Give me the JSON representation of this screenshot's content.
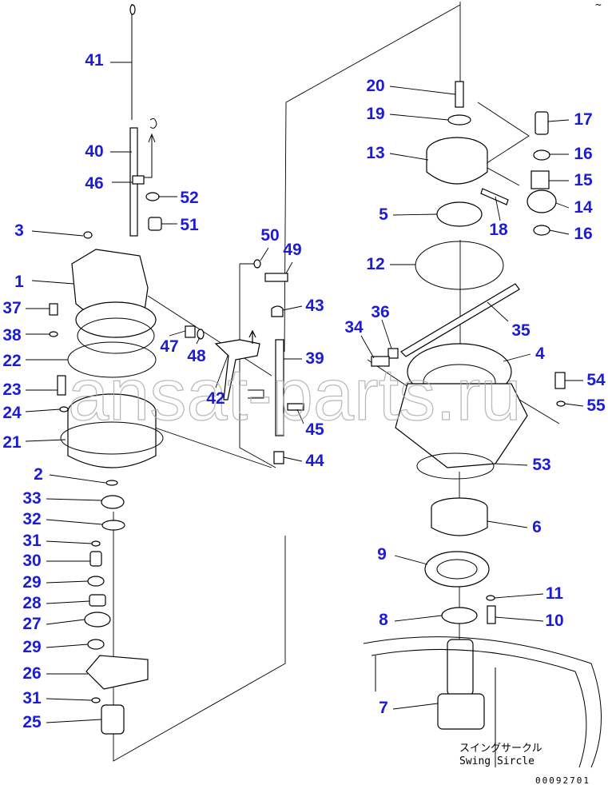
{
  "labels": [
    "41",
    "40",
    "46",
    "52",
    "51",
    "3",
    "1",
    "37",
    "38",
    "22",
    "23",
    "24",
    "21",
    "2",
    "33",
    "32",
    "31",
    "30",
    "29",
    "28",
    "27",
    "29",
    "26",
    "31",
    "25",
    "47",
    "48",
    "42",
    "50",
    "49",
    "43",
    "39",
    "45",
    "44",
    "20",
    "19",
    "13",
    "5",
    "12",
    "36",
    "34",
    "35",
    "4",
    "17",
    "16",
    "15",
    "14",
    "18",
    "16",
    "54",
    "55",
    "53",
    "6",
    "9",
    "11",
    "8",
    "10",
    "7"
  ],
  "caption_jp": "スイングサークル",
  "caption_en": "Swing Sircle",
  "drawing_number": "00092701",
  "corner_mark": "~",
  "watermark": "ansat-parts.ru",
  "colors": {
    "label": "#1c1cd6",
    "line": "#000000"
  }
}
